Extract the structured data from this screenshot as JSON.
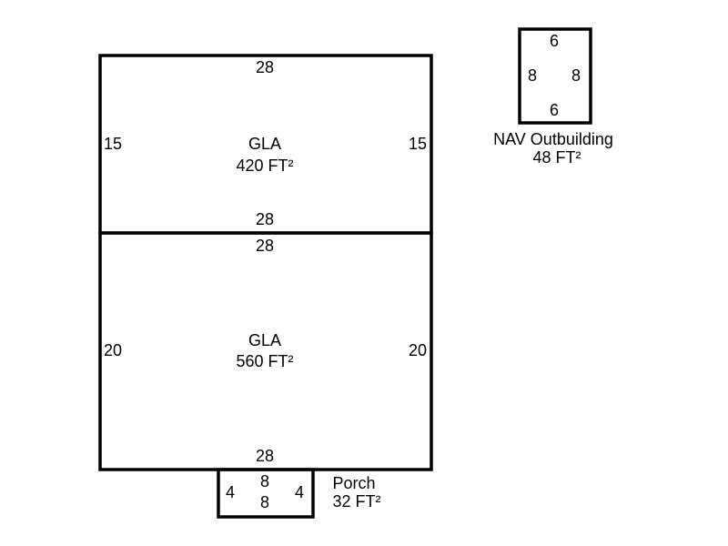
{
  "line_color": "#000000",
  "areas": {
    "upper": {
      "name": "GLA",
      "area": "420 FT²",
      "top": "28",
      "bottom": "28",
      "left": "15",
      "right": "15"
    },
    "lower": {
      "name": "GLA",
      "area": "560 FT²",
      "top": "28",
      "bottom": "28",
      "left": "20",
      "right": "20"
    },
    "porch": {
      "name": "Porch",
      "area": "32 FT²",
      "top": "8",
      "bottom": "8",
      "left": "4",
      "right": "4"
    },
    "outbuilding": {
      "name": "NAV Outbuilding",
      "area": "48 FT²",
      "top": "6",
      "bottom": "6",
      "left": "8",
      "right": "8"
    }
  }
}
